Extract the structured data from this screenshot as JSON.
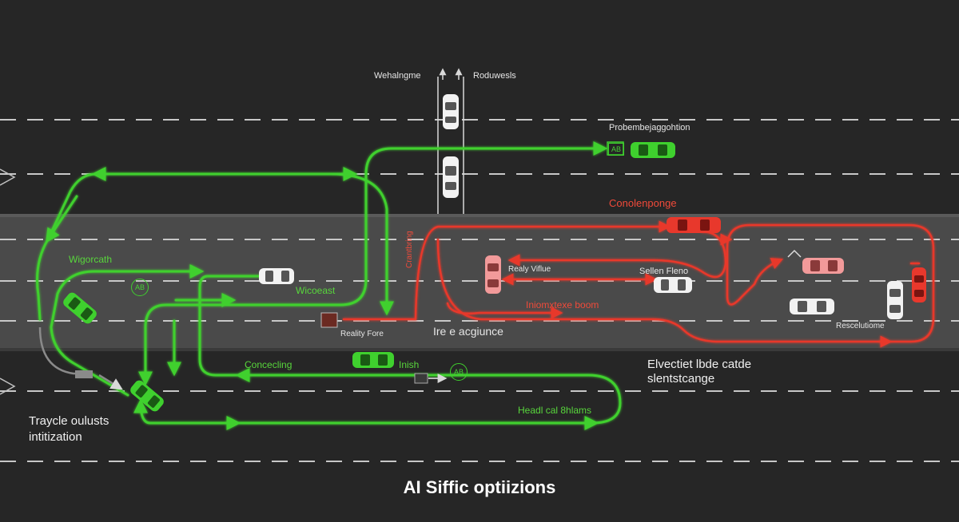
{
  "title": "AI Siffic optiizions",
  "colors": {
    "background": "#262626",
    "road_band": "#4b4b4b",
    "lane_dash": "#c8c8c8",
    "green_path": "#3fd02e",
    "red_path": "#e8382c",
    "car_white": "#f2f2f2",
    "car_green": "#3fd02e",
    "car_red": "#e8382c",
    "car_pink": "#f29a9a"
  },
  "labels": {
    "top_left": "Wehalngme",
    "top_right": "Roduwesls",
    "problem": "Probembejaggohtion",
    "congestion": "Conolenponge",
    "wigorath": "Wigorcath",
    "wicoeast": "Wicoeast",
    "reality_flow": "Reality Fore",
    "realy_vitue": "Realy Viflue",
    "sellon_flow": "Sellen Fleno",
    "intersection": "Iniomxtexe boom",
    "intelligence": "Ire e acgiunce",
    "resolution": "Rescelutiome",
    "concealing": "Concecling",
    "finish": "Inish",
    "head_flows": "Headl cal 8hlams",
    "effective_line1": "Elvectiet lbde catde",
    "effective_line2": "slentstcange",
    "trajectory_line1": "Traycle oulusts",
    "trajectory_line2": "intitization",
    "red_vertical": "Crantbring"
  },
  "badges": {
    "top_small": "AB",
    "mid_circle": "AB",
    "lower_circle": "AB"
  },
  "icons": [
    "car-icon",
    "traffic-signal-icon",
    "arrow-icon"
  ]
}
